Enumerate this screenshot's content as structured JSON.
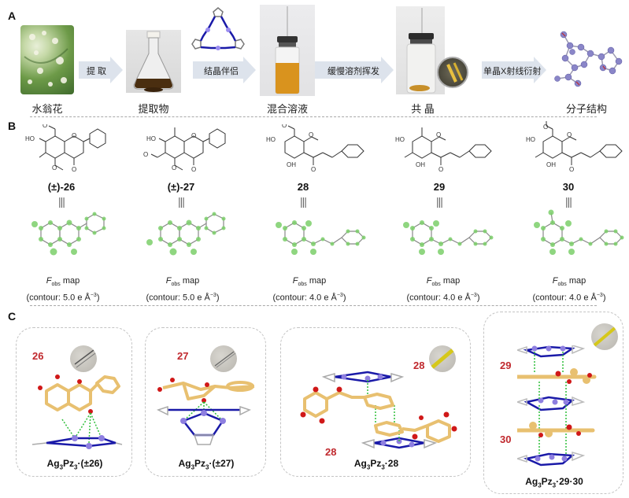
{
  "panels": {
    "A": {
      "letter": "A",
      "steps": [
        {
          "caption": "水翁花",
          "image": "flower-photo"
        },
        {
          "caption": "提取物",
          "image": "flask-extract-photo"
        },
        {
          "caption": "混合溶液",
          "image": "vial-solution-photo"
        },
        {
          "caption": "共 晶",
          "image": "vial-cocrystal-photo"
        },
        {
          "caption": "分子结构",
          "image": "molecular-structure"
        }
      ],
      "arrows": [
        {
          "label": "提 取"
        },
        {
          "label": "结晶伴侣"
        },
        {
          "label": "缓慢溶剂挥发"
        },
        {
          "label": "单晶X射线衍射"
        }
      ],
      "chaperone_icon": "ag3pz3-triangle-icon"
    },
    "B": {
      "letter": "B",
      "compounds": [
        {
          "label": "(±)-26",
          "map_prefix": "F",
          "map_sub": "obs",
          "map_suffix": " map",
          "contour": "(contour: 5.0 e Å",
          "contour_sup": "−3",
          "contour_end": ")"
        },
        {
          "label": "(±)-27",
          "map_prefix": "F",
          "map_sub": "obs",
          "map_suffix": " map",
          "contour": "(contour: 5.0 e Å",
          "contour_sup": "−3",
          "contour_end": ")"
        },
        {
          "label": "28",
          "map_prefix": "F",
          "map_sub": "obs",
          "map_suffix": " map",
          "contour": "(contour: 4.0 e Å",
          "contour_sup": "−3",
          "contour_end": ")"
        },
        {
          "label": "29",
          "map_prefix": "F",
          "map_sub": "obs",
          "map_suffix": " map",
          "contour": "(contour: 4.0 e Å",
          "contour_sup": "−3",
          "contour_end": ")"
        },
        {
          "label": "30",
          "map_prefix": "F",
          "map_sub": "obs",
          "map_suffix": " map",
          "contour": "(contour: 4.0 e Å",
          "contour_sup": "−3",
          "contour_end": ")"
        }
      ],
      "equiv_symbol": "|||"
    },
    "C": {
      "letter": "C",
      "cards": [
        {
          "numbers": [
            "26"
          ],
          "title_a": "Ag",
          "title_s1": "3",
          "title_b": "Pz",
          "title_s2": "3",
          "title_c": "·(±26)"
        },
        {
          "numbers": [
            "27"
          ],
          "title_a": "Ag",
          "title_s1": "3",
          "title_b": "Pz",
          "title_s2": "3",
          "title_c": "·(±27)"
        },
        {
          "numbers": [
            "28",
            "28"
          ],
          "title_a": "Ag",
          "title_s1": "3",
          "title_b": "Pz",
          "title_s2": "3",
          "title_c": "·28"
        },
        {
          "numbers": [
            "29",
            "30"
          ],
          "title_a": "Ag",
          "title_s1": "3",
          "title_b": "Pz",
          "title_s2": "3",
          "title_c": "·29·30"
        }
      ]
    }
  },
  "colors": {
    "accent_red": "#c0282d",
    "arrow_fill": "#dde3ec",
    "ag_atom": "#8e7fe0",
    "pz_bond": "#1a1aa8",
    "carbon_gold": "#e8c070",
    "oxygen_red": "#d01818",
    "density_green": "#7ccf6a",
    "hbond_green": "#2fbf3a"
  }
}
